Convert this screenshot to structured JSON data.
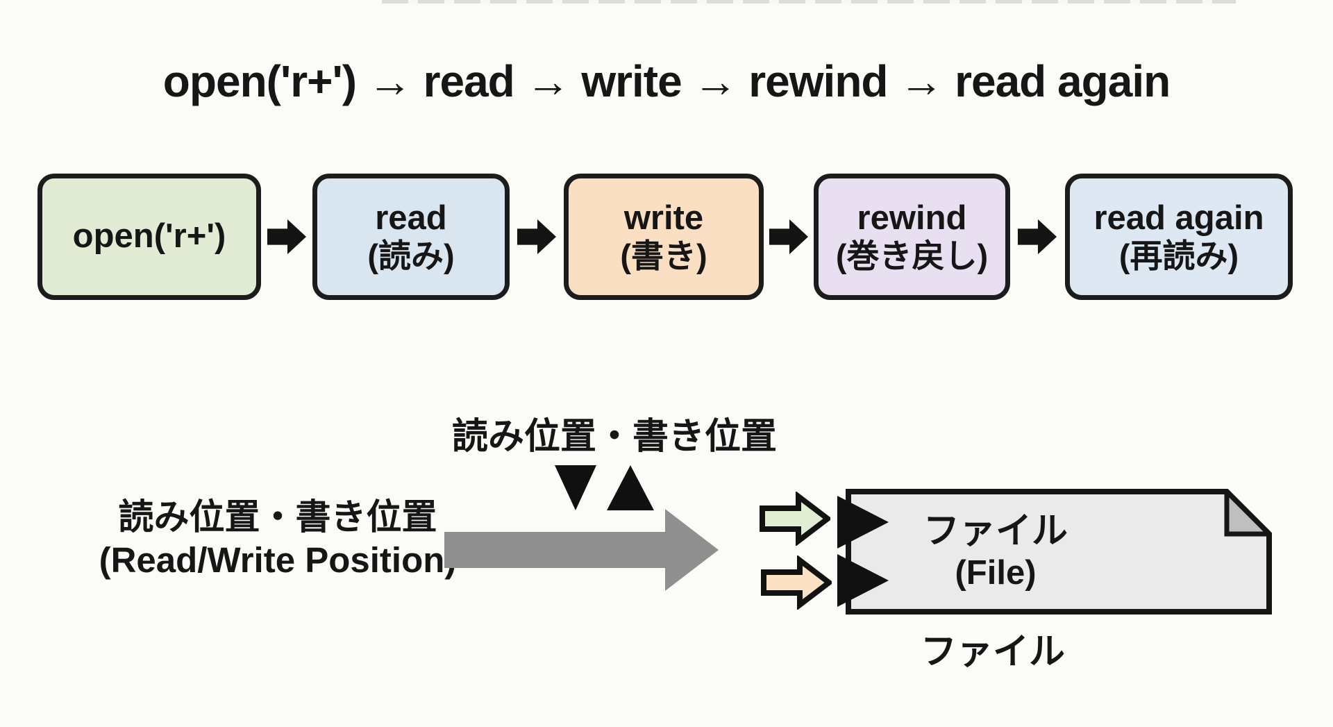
{
  "title": "open('r+') → read → write → rewind → read again",
  "flow": {
    "steps": [
      {
        "label": "open('r+')",
        "sublabel": "",
        "color": "#e2ecd4"
      },
      {
        "label": "read",
        "sublabel": "(読み)",
        "color": "#d9e5ef"
      },
      {
        "label": "write",
        "sublabel": "(書き)",
        "color": "#fadfc2"
      },
      {
        "label": "rewind",
        "sublabel": "(巻き戻し)",
        "color": "#e8e0f1"
      },
      {
        "label": "read again",
        "sublabel": "(再読み)",
        "color": "#dde8f2"
      }
    ]
  },
  "pointer": {
    "top_label": "読み位置・書き位置",
    "side_label_line1": "読み位置・書き位置",
    "side_label_line2": "(Read/Write Position)"
  },
  "file": {
    "label": "ファイル",
    "sublabel": "(File)",
    "caption": "ファイル"
  },
  "colors": {
    "background": "#fbfbf8",
    "outline": "#1c1c1c",
    "connector_black": "#141414",
    "gray_arrow": "#8f8f8f",
    "green_arrow_fill": "#e1eed3",
    "orange_arrow_fill": "#fbe2c4",
    "file_fill": "#eaeaea",
    "file_fold": "#bfbfbf"
  }
}
